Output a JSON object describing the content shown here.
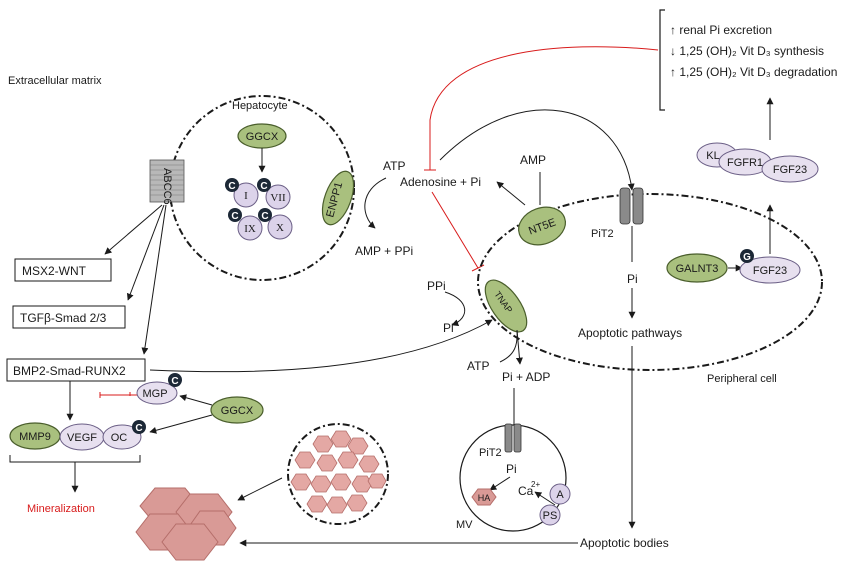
{
  "effects": [
    "↑ renal Pi excretion",
    "↓ 1,25 (OH)₂ Vit D₃ synthesis",
    "↑ 1,25 (OH)₂ Vit D₃ degradation"
  ],
  "labels": {
    "extracellular_matrix": "Extracellular matrix",
    "hepatocyte": "Hepatocyte",
    "ggcx": "GGCX",
    "factors": [
      "I",
      "VII",
      "IX",
      "X"
    ],
    "c_badge": "C",
    "g_badge": "G",
    "abcc6": "ABCC6",
    "enpp1": "ENPP1",
    "atp": "ATP",
    "amp_ppi": "AMP + PPi",
    "adenosine_pi": "Adenosine + Pi",
    "amp": "AMP",
    "nt5e": "NT5E",
    "pit2": "PiT2",
    "pi": "Pi",
    "apoptotic_pathways": "Apoptotic pathways",
    "apoptotic_bodies": "Apoptotic bodies",
    "peripheral_cell": "Peripheral cell",
    "galnt3": "GALNT3",
    "fgf23": "FGF23",
    "fgfr1": "FGFR1",
    "kl": "KL",
    "tnap": "TNAP",
    "ppi": "PPi",
    "pi_adp": "Pi + ADP",
    "ha": "HA",
    "ca": "Ca",
    "ca_charge": "2+",
    "a": "A",
    "ps": "PS",
    "mv": "MV",
    "msx2_wnt": "MSX2-WNT",
    "tgfb_smad": "TGFβ-Smad 2/3",
    "bmp2_smad_runx2": "BMP2-Smad-RUNX2",
    "mgp": "MGP",
    "mmp9": "MMP9",
    "vegf": "VEGF",
    "oc": "OC",
    "mineralization": "Mineralization"
  },
  "colors": {
    "enzyme_green": "#a9c07e",
    "protein_lilac": "#e7e0ef",
    "inhibition_red": "#d81b1b",
    "crystal_pink": "#d99a96",
    "badge_dark": "#1c2836"
  }
}
